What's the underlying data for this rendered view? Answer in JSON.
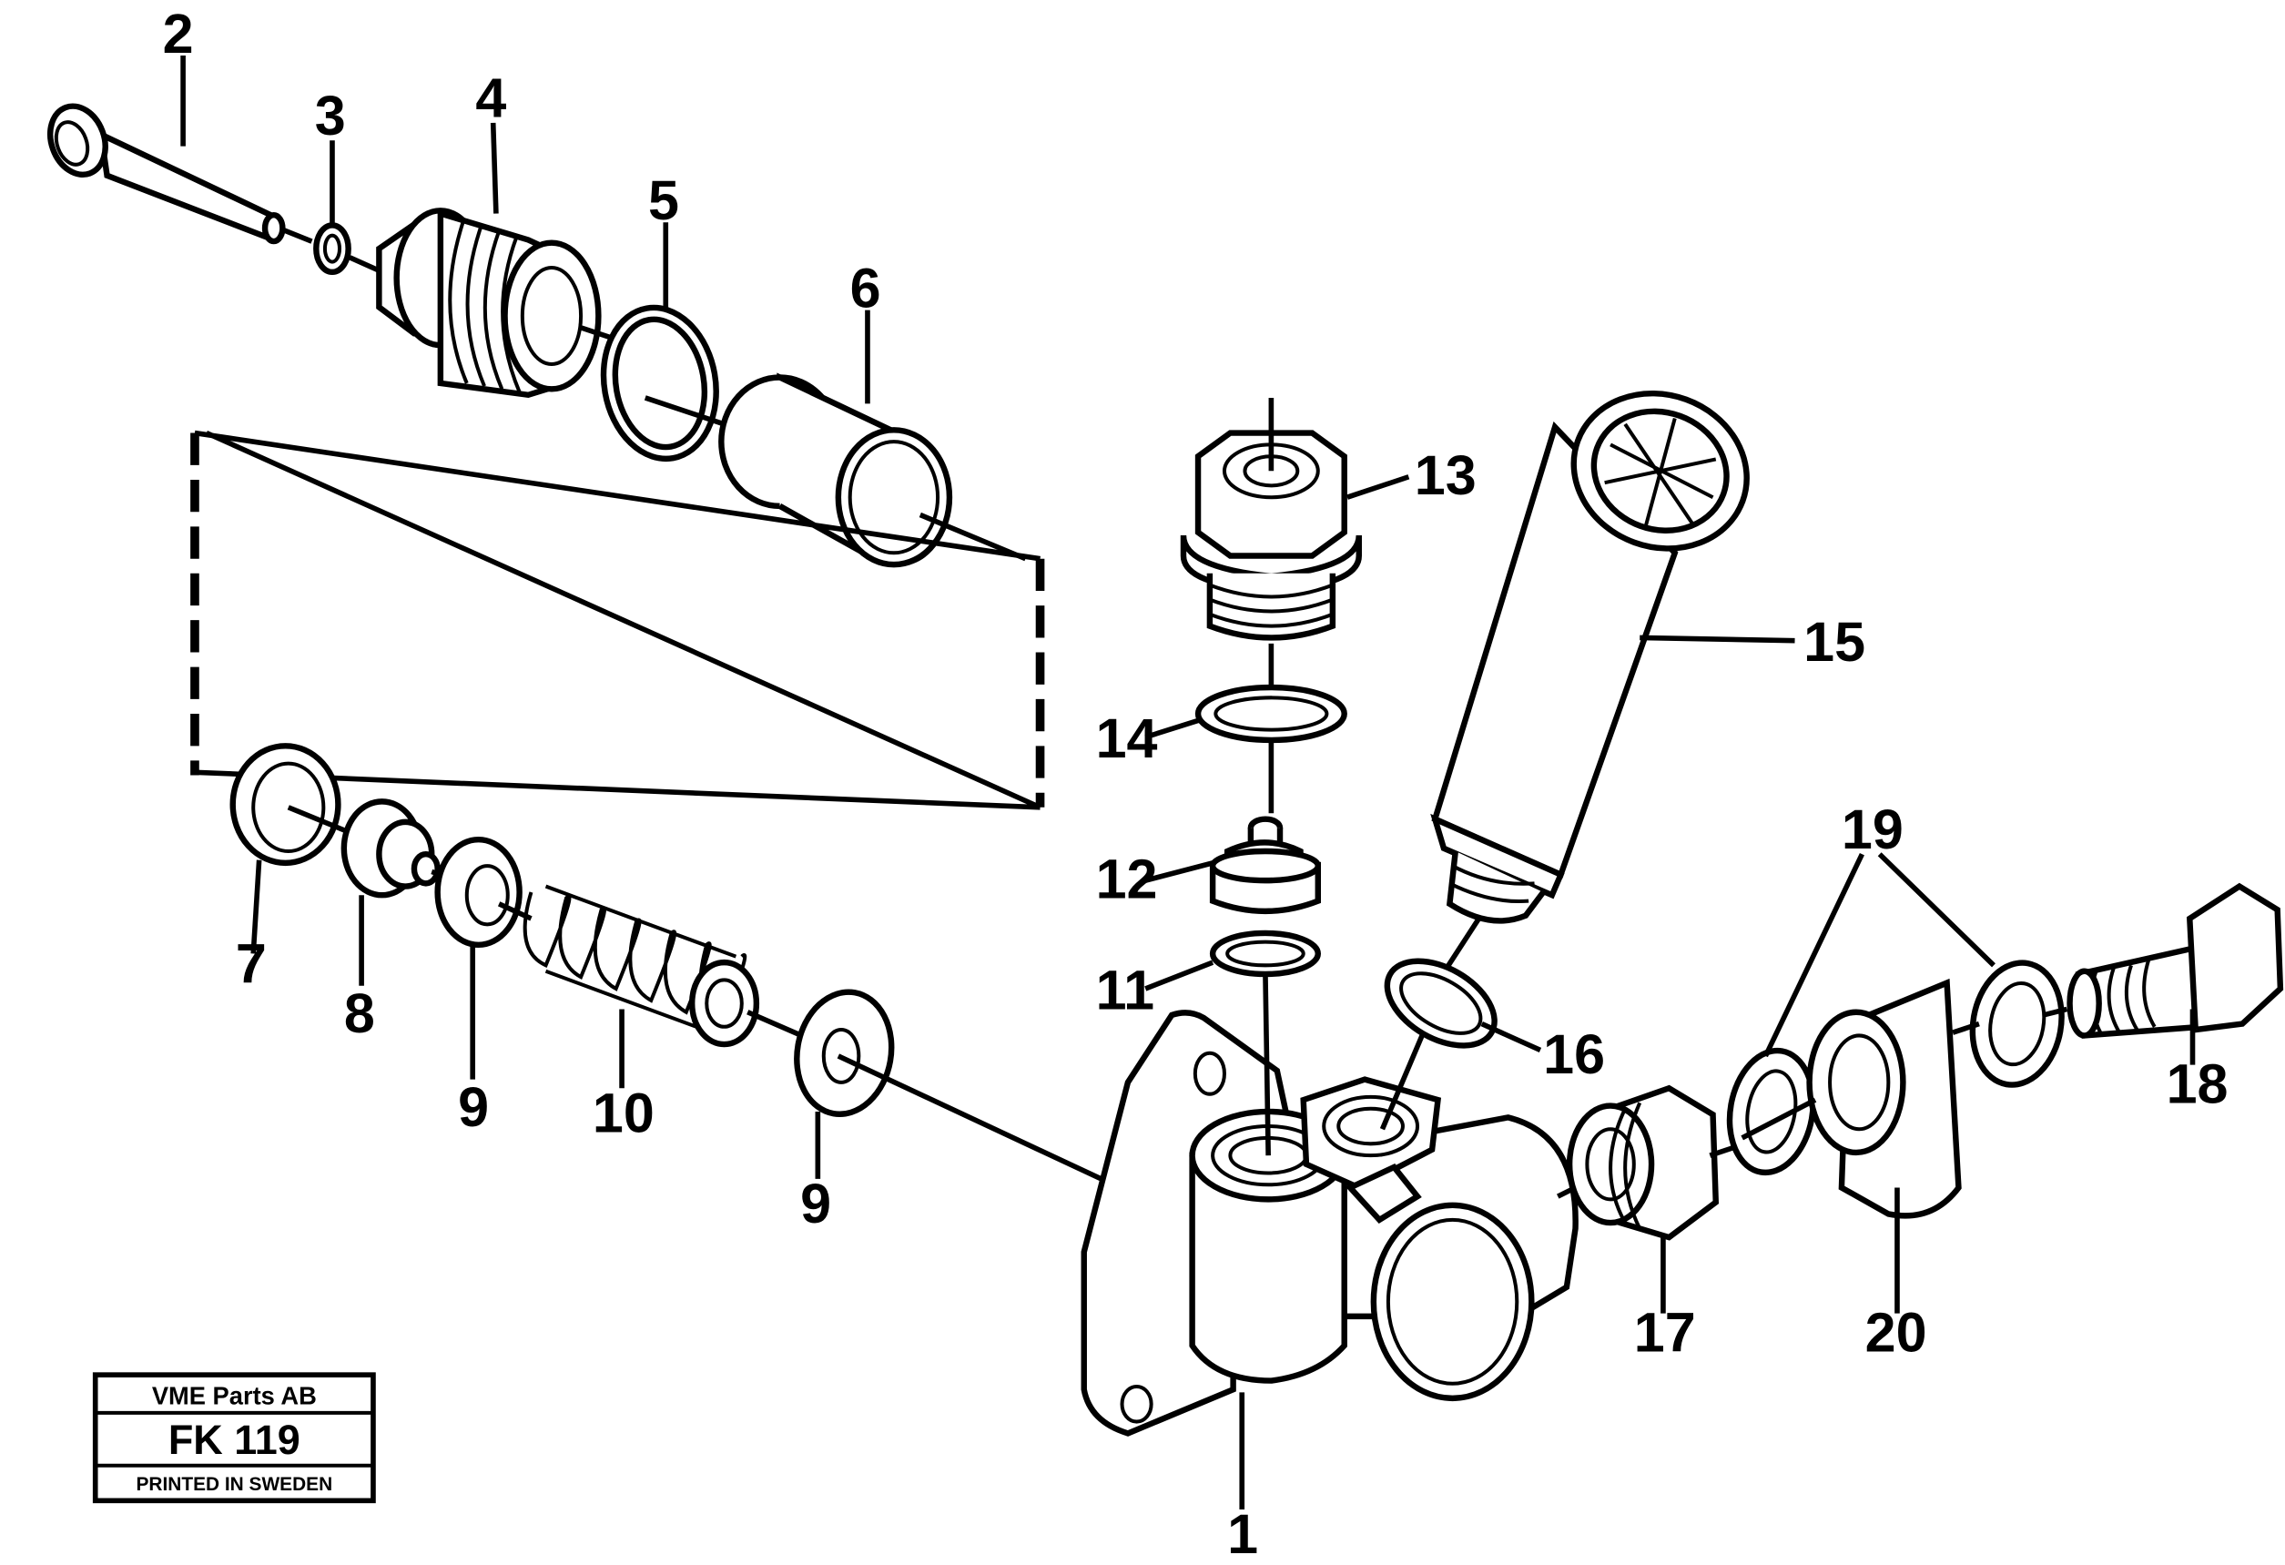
{
  "parts": [
    {
      "id": "1",
      "label": "1"
    },
    {
      "id": "2",
      "label": "2"
    },
    {
      "id": "3",
      "label": "3"
    },
    {
      "id": "4",
      "label": "4"
    },
    {
      "id": "5",
      "label": "5"
    },
    {
      "id": "6",
      "label": "6"
    },
    {
      "id": "7",
      "label": "7"
    },
    {
      "id": "8",
      "label": "8"
    },
    {
      "id": "9a",
      "label": "9"
    },
    {
      "id": "9b",
      "label": "9"
    },
    {
      "id": "10",
      "label": "10"
    },
    {
      "id": "11",
      "label": "11"
    },
    {
      "id": "12",
      "label": "12"
    },
    {
      "id": "13",
      "label": "13"
    },
    {
      "id": "14",
      "label": "14"
    },
    {
      "id": "15",
      "label": "15"
    },
    {
      "id": "16",
      "label": "16"
    },
    {
      "id": "17",
      "label": "17"
    },
    {
      "id": "18",
      "label": "18"
    },
    {
      "id": "19",
      "label": "19"
    },
    {
      "id": "20",
      "label": "20"
    }
  ],
  "title_block": {
    "company": "VME Parts AB",
    "code": "FK 119",
    "printed": "PRINTED IN SWEDEN"
  }
}
